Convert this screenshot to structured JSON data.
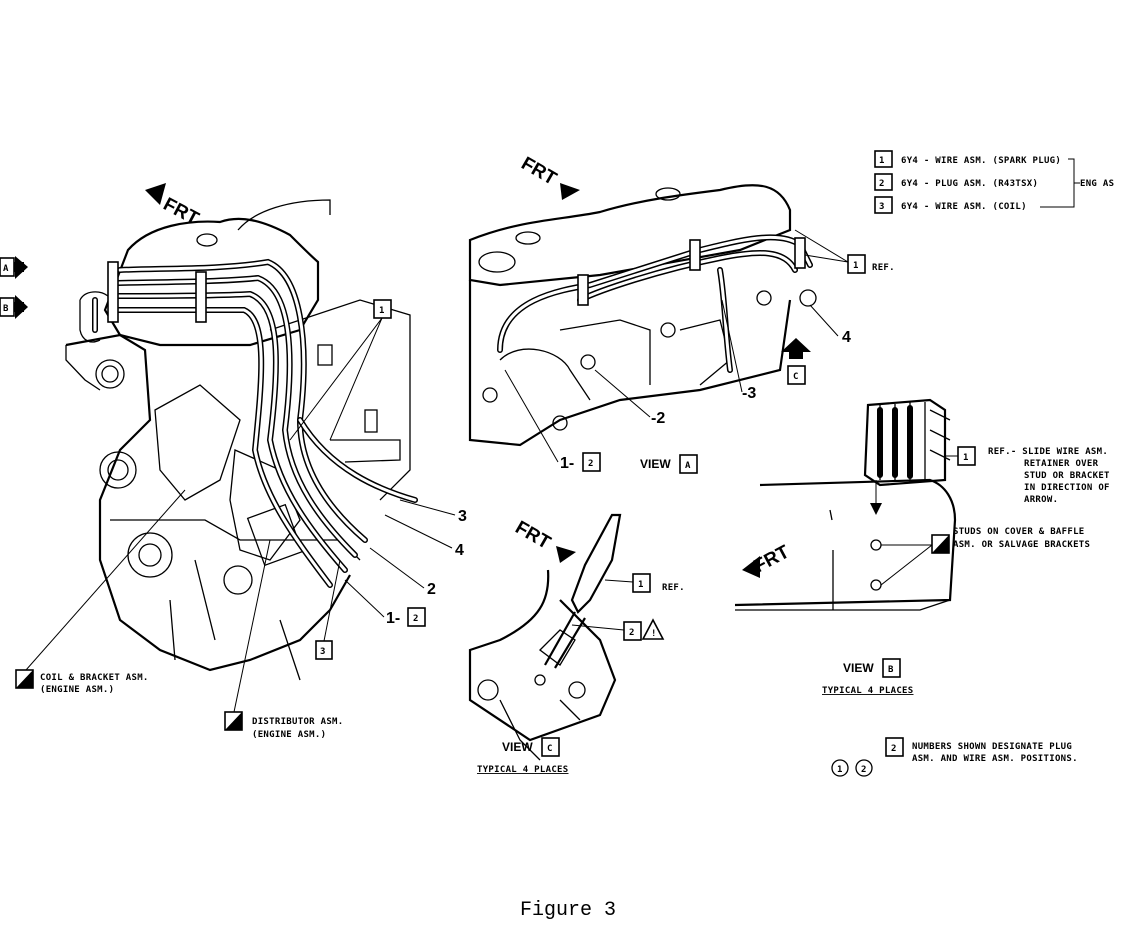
{
  "legend": {
    "items": [
      {
        "num": "1",
        "text": "6Y4 - WIRE ASM. (SPARK PLUG)"
      },
      {
        "num": "2",
        "text": "6Y4 - PLUG ASM. (R43TSX)"
      },
      {
        "num": "3",
        "text": "6Y4 - WIRE ASM. (COIL)"
      }
    ],
    "bracket_label": "ENG AS"
  },
  "frt": "FRT",
  "main_view": {
    "side_tabs": [
      "A",
      "B"
    ],
    "callout_1": "1",
    "numbers": {
      "n3": "3",
      "n4": "4",
      "n2": "2",
      "n1": "1-",
      "box2": "2",
      "box3": "3"
    },
    "coil_note": {
      "line1": "COIL & BRACKET ASM.",
      "line2": "(ENGINE ASM.)"
    },
    "distributor_note": {
      "line1": "DISTRIBUTOR ASM.",
      "line2": "(ENGINE ASM.)"
    }
  },
  "view_a": {
    "label": "VIEW",
    "letter": "A",
    "ref_box": "1",
    "ref_text": "REF.",
    "n4": "4",
    "n3": "-3",
    "n2": "-2",
    "n1": "1-",
    "box2": "2",
    "c_tab": "C"
  },
  "view_b": {
    "label": "VIEW",
    "letter": "B",
    "typical": "TYPICAL 4 PLACES",
    "ref_box": "1",
    "slide_note": [
      "REF.- SLIDE WIRE ASM.",
      "RETAINER OVER",
      "STUD OR BRACKET",
      "IN DIRECTION OF",
      "ARROW."
    ],
    "studs_note": [
      "STUDS ON COVER & BAFFLE",
      "ASM. OR SALVAGE BRACKETS"
    ]
  },
  "view_c": {
    "label": "VIEW",
    "letter": "C",
    "typical": "TYPICAL 4 PLACES",
    "ref_box": "1",
    "ref_text": "REF.",
    "box2": "2"
  },
  "numbers_note": {
    "box": "2",
    "line1": "NUMBERS SHOWN DESIGNATE PLUG",
    "line2": "ASM. AND WIRE ASM. POSITIONS.",
    "circles": [
      "1",
      "2"
    ]
  },
  "caption": "Figure 3"
}
